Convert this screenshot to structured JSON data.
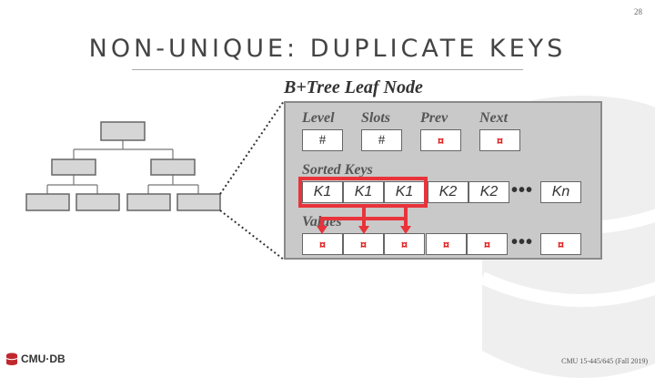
{
  "slide": {
    "page_number": "28",
    "title": "NON-UNIQUE: DUPLICATE KEYS",
    "subtitle": "B+Tree Leaf Node",
    "footer": "CMU 15-445/645 (Fall 2019)",
    "logo_text": "CMU·DB"
  },
  "leaf": {
    "headers": [
      {
        "label": "Level",
        "value": "#"
      },
      {
        "label": "Slots",
        "value": "#"
      },
      {
        "label": "Prev",
        "value": "¤"
      },
      {
        "label": "Next",
        "value": "¤"
      }
    ],
    "sorted_keys_label": "Sorted Keys",
    "values_label": "Values",
    "keys": [
      "K1",
      "K1",
      "K1",
      "K2",
      "K2",
      "Kn"
    ],
    "values": [
      "¤",
      "¤",
      "¤",
      "¤",
      "¤",
      "¤"
    ],
    "ellipsis": "•••"
  },
  "colors": {
    "highlight": "#e8333a",
    "pointer": "#e02020",
    "panel": "#c9c9c9"
  }
}
